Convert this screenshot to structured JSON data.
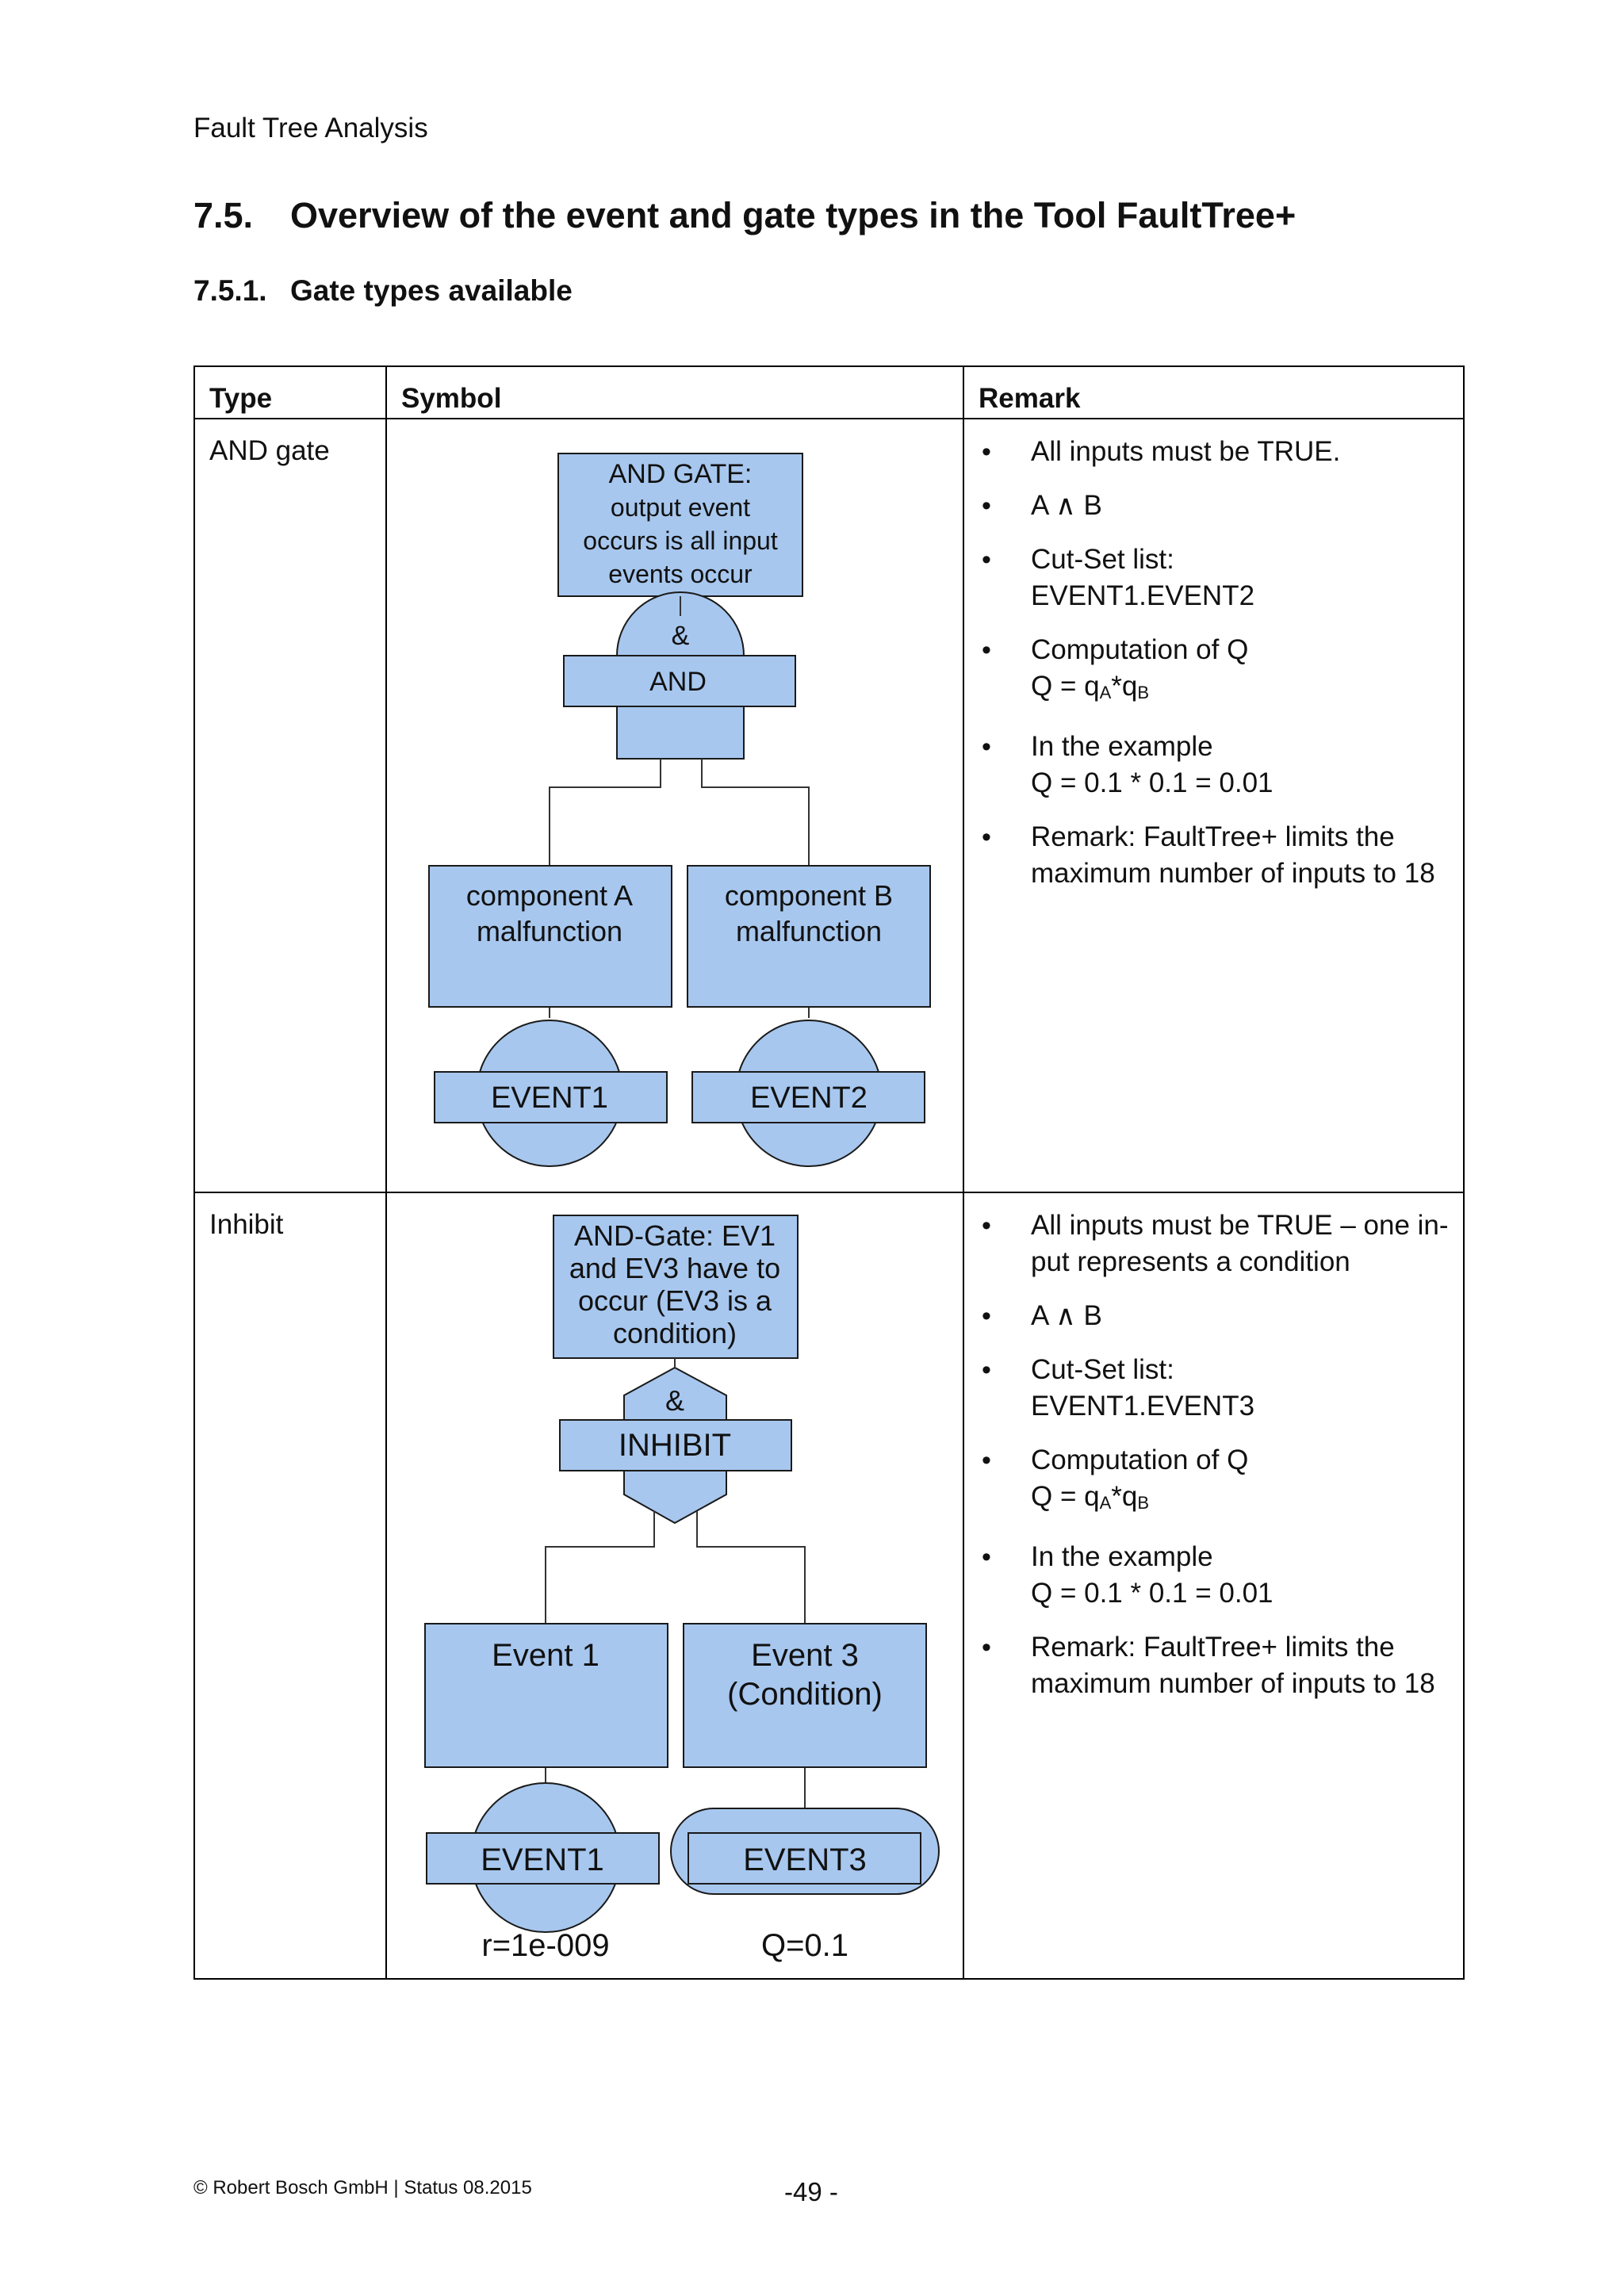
{
  "page": {
    "running_header": "Fault Tree Analysis",
    "section_number": "7.5.",
    "section_title": "Overview of the event and gate types in the Tool FaultTree+",
    "subsection_number": "7.5.1.",
    "subsection_title": "Gate types available"
  },
  "table": {
    "headers": [
      "Type",
      "Symbol",
      "Remark"
    ],
    "rows": [
      {
        "type": "AND gate",
        "diagram": {
          "gate_box": [
            "AND GATE:",
            "output event",
            "occurs is all input",
            "events occur"
          ],
          "gate_symbol": "&",
          "gate_label": "AND",
          "left_box": [
            "component A",
            "malfunction"
          ],
          "right_box": [
            "component B",
            "malfunction"
          ],
          "left_event": "EVENT1",
          "right_event": "EVENT2"
        },
        "remarks": [
          [
            "All inputs must be TRUE."
          ],
          [
            "A ∧ B"
          ],
          [
            "Cut-Set list:",
            "EVENT1.EVENT2"
          ],
          [
            "Computation of Q"
          ],
          [
            "In the example",
            "Q = 0.1 * 0.1 = 0.01"
          ],
          [
            "Remark: FaultTree+ limits the",
            "maximum number of inputs to 18"
          ]
        ],
        "formula": {
          "prefix": "Q = q",
          "sub_a": "A",
          "mid": "*q",
          "sub_b": "B"
        }
      },
      {
        "type": "Inhibit",
        "diagram": {
          "gate_box": [
            "AND-Gate: EV1",
            "and EV3 have to",
            "occur (EV3 is a",
            "condition)"
          ],
          "gate_symbol": "&",
          "gate_label": "INHIBIT",
          "left_box": [
            "Event 1"
          ],
          "right_box": [
            "Event 3",
            "(Condition)"
          ],
          "left_event": "EVENT1",
          "right_event": "EVENT3",
          "left_value": "r=1e-009",
          "right_value": "Q=0.1"
        },
        "remarks": [
          [
            "All inputs must be TRUE – one in-",
            "put represents a condition"
          ],
          [
            "A ∧ B"
          ],
          [
            "Cut-Set list:",
            "EVENT1.EVENT3"
          ],
          [
            "Computation of Q"
          ],
          [
            "In the example",
            "Q = 0.1 * 0.1 = 0.01"
          ],
          [
            "Remark: FaultTree+ limits the",
            "maximum number of inputs to 18"
          ]
        ],
        "formula": {
          "prefix": "Q = q",
          "sub_a": "A",
          "mid": "*q",
          "sub_b": "B"
        }
      }
    ]
  },
  "footer": {
    "copyright": "© Robert Bosch GmbH | Status 08.2015",
    "page_number": "-49 -"
  },
  "colors": {
    "box_fill": "#a7c7ee",
    "box_stroke": "#1a1a1a",
    "line": "#333333"
  }
}
